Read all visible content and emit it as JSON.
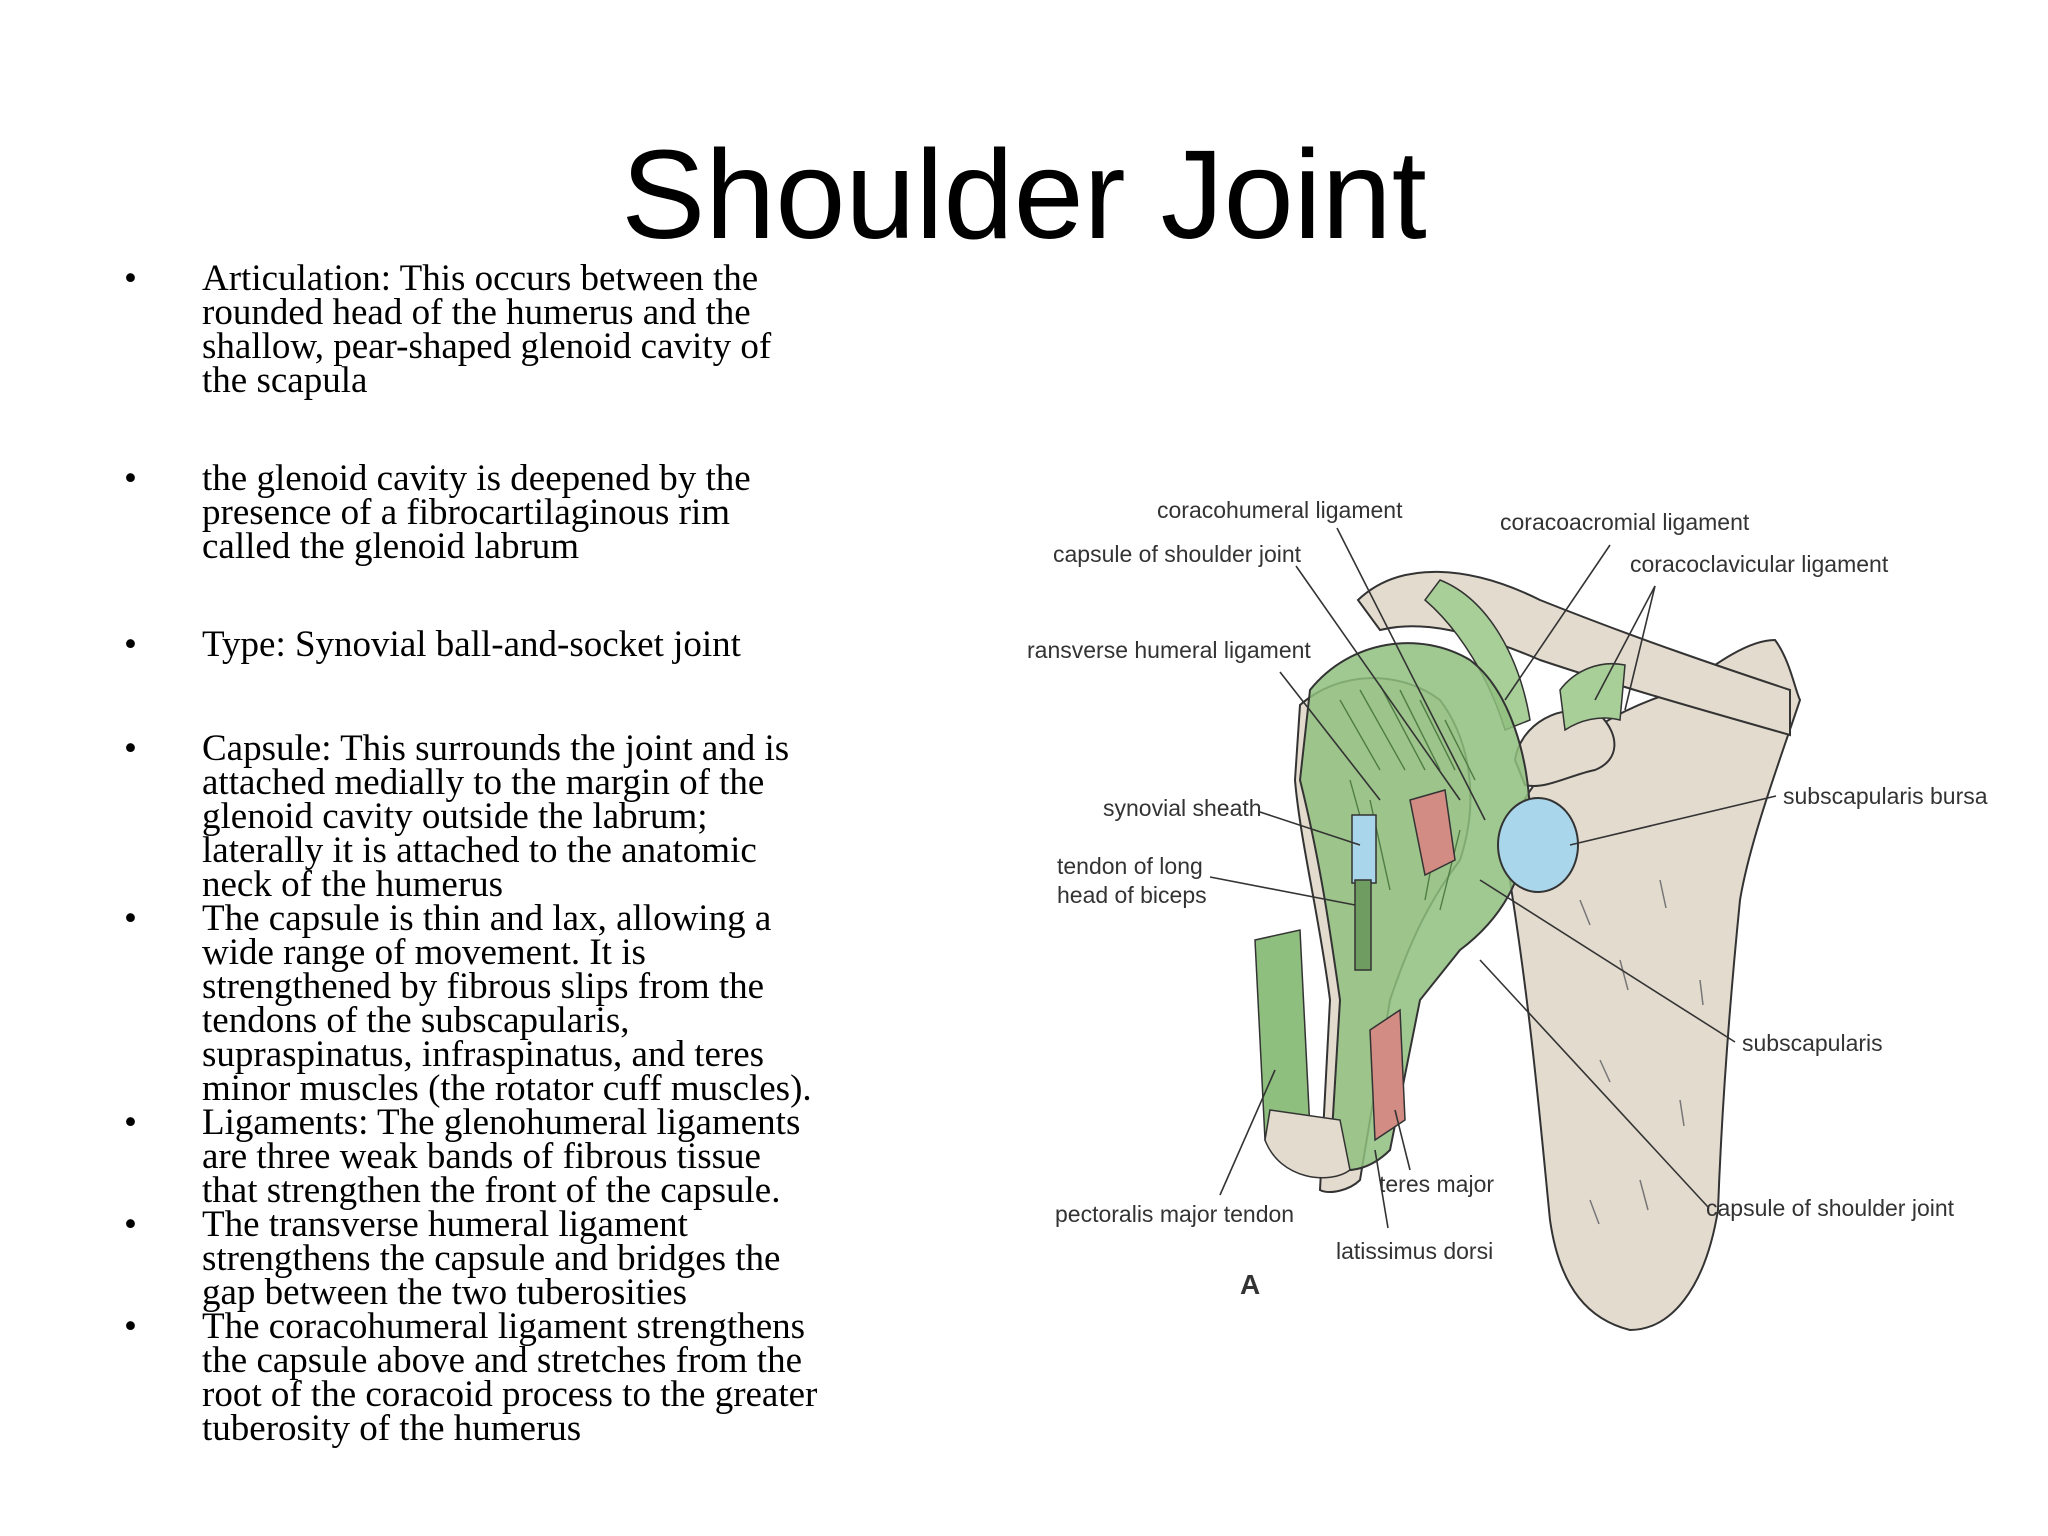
{
  "slide": {
    "title": "Shoulder Joint",
    "bullets": [
      {
        "lines": [
          "Articulation: This occurs between the",
          "rounded head of the humerus and the",
          "shallow, pear-shaped glenoid cavity of",
          "the scapula"
        ]
      },
      {
        "lines": [
          "the glenoid cavity is deepened by the",
          "presence of a fibrocartilaginous rim",
          "called the glenoid labrum"
        ]
      },
      {
        "lines": [
          "Type: Synovial ball-and-socket joint"
        ]
      },
      {
        "lines": [
          "Capsule: This surrounds the joint and  is",
          "attached medially to the margin of the",
          "glenoid cavity outside the labrum;",
          "laterally it is attached to the anatomic",
          "neck of the humerus"
        ]
      },
      {
        "lines": [
          "The capsule is thin and lax, allowing a",
          "wide range of movement. It is",
          "strengthened by fibrous slips from the",
          "tendons of the subscapularis,",
          "supraspinatus, infraspinatus, and teres",
          "minor muscles (the rotator cuff muscles)."
        ]
      },
      {
        "lines": [
          "Ligaments: The glenohumeral ligaments",
          "are three weak bands of fibrous tissue",
          "that strengthen the front of the capsule."
        ]
      },
      {
        "lines": [
          "The transverse humeral ligament",
          "strengthens the capsule and bridges the",
          "gap between the two tuberosities"
        ]
      },
      {
        "lines": [
          "The coracohumeral ligament strengthens",
          "the capsule above and stretches from the",
          "root of the coracoid process to the greater",
          "tuberosity of the humerus"
        ]
      }
    ]
  },
  "figure": {
    "labels": {
      "coracohumeral_ligament": "coracohumeral ligament",
      "coracoacromial_ligament": "coracoacromial ligament",
      "capsule_of_shoulder_joint_top": "capsule of shoulder joint",
      "coracoclavicular_ligament": "coracoclavicular ligament",
      "transverse_humeral_ligament": "ransverse humeral ligament",
      "synovial_sheath": "synovial sheath",
      "subscapularis_bursa": "subscapularis bursa",
      "tendon_of_long_head_line1": "tendon of long",
      "tendon_of_long_head_line2": "head of biceps",
      "subscapularis": "subscapularis",
      "teres_major": "teres major",
      "pectoralis_major_tendon": "pectoralis major tendon",
      "capsule_of_shoulder_joint_bottom": "capsule of shoulder joint",
      "latissimus_dorsi": "latissimus dorsi",
      "panel_letter": "A"
    },
    "colors": {
      "bone": "#e4dbcf",
      "muscle": "#8fbf7f",
      "ligament": "#a8cf98",
      "bursa": "#a9d6ea",
      "cut_muscle": "#d28c84",
      "outline": "#333333"
    }
  }
}
